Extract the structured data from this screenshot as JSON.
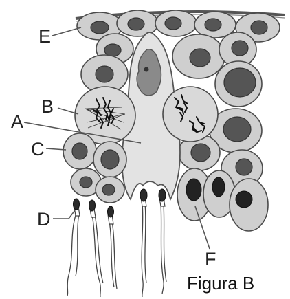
{
  "labels": {
    "A": "A",
    "B": "B",
    "C": "C",
    "D": "D",
    "E": "E",
    "F": "F"
  },
  "caption": "Figura B"
}
